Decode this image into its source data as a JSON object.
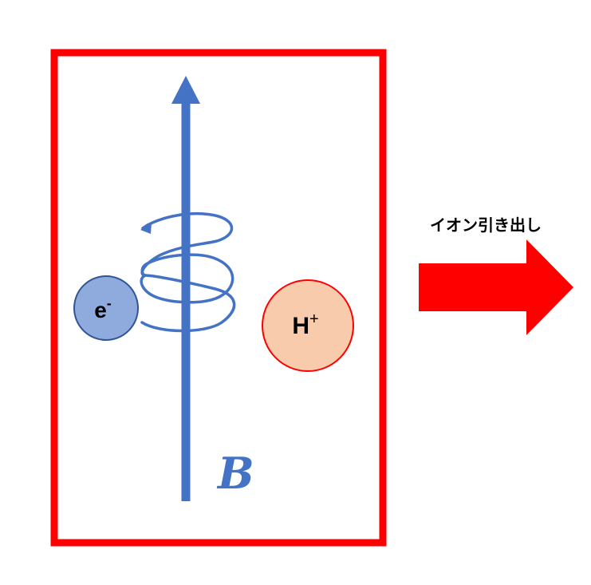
{
  "labels": {
    "electron_symbol": "e",
    "electron_charge": "-",
    "proton_symbol": "H",
    "proton_charge": "+",
    "field_symbol": "B",
    "extraction_text": "イオン引き出し"
  },
  "colors": {
    "chamber_border": "#ff0000",
    "field_arrow": "#4472c4",
    "spiral": "#4472c4",
    "electron_fill": "#8faadc",
    "electron_stroke": "#2f5597",
    "proton_fill": "#f8cbad",
    "proton_stroke": "#ff0000",
    "extraction_arrow": "#ff0000"
  },
  "icons": {
    "field_arrow": "up-arrow-icon",
    "spiral": "spiral-icon",
    "extraction_arrow": "right-arrow-icon"
  }
}
